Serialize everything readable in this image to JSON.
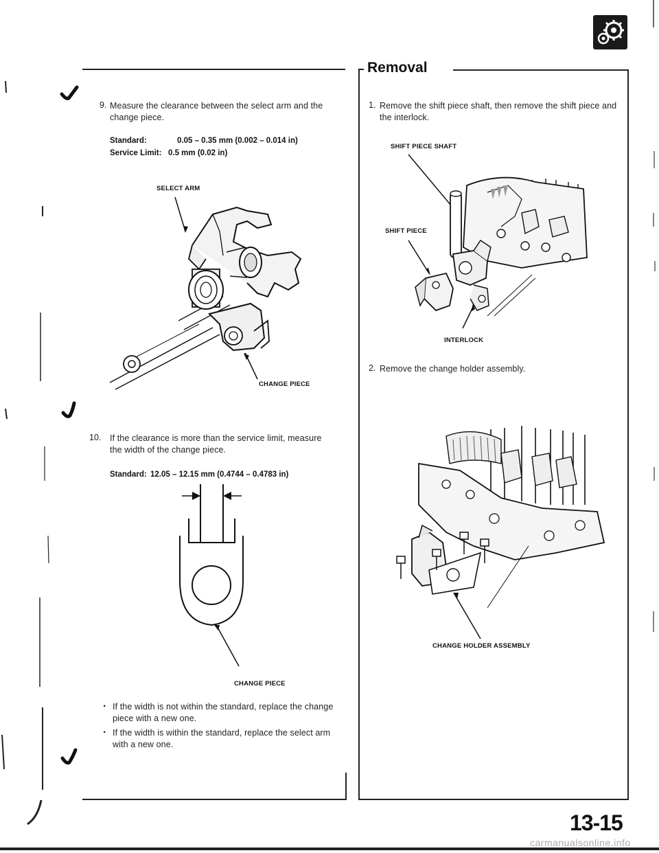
{
  "section": {
    "title": "Removal",
    "page_number": "13-15",
    "icon": "transmission-gear-icon"
  },
  "left_column": {
    "step9": {
      "number": "9.",
      "text": "Measure the clearance between the select arm and the change piece.",
      "standard_label": "Standard:",
      "standard_value": "0.05 – 0.35 mm (0.002 – 0.014 in)",
      "service_limit_label": "Service Limit:",
      "service_limit_value": "0.5 mm (0.02 in)"
    },
    "figure1": {
      "label_top": "SELECT ARM",
      "label_bottom": "CHANGE PIECE"
    },
    "step10": {
      "number": "10.",
      "text": "If the clearance is more than the service limit, measure the width of the change piece.",
      "standard_label": "Standard:",
      "standard_value": "12.05 – 12.15 mm (0.4744 – 0.4783 in)"
    },
    "figure2": {
      "label": "CHANGE PIECE"
    },
    "bullets": [
      "If the width is not within the standard, replace the change piece with a new one.",
      "If the width is within the standard, replace the select arm with a new one."
    ]
  },
  "right_column": {
    "step1": {
      "number": "1.",
      "text": "Remove the shift piece shaft, then remove the shift piece and the interlock."
    },
    "figure3": {
      "label_shaft": "SHIFT PIECE SHAFT",
      "label_piece": "SHIFT PIECE",
      "label_interlock": "INTERLOCK"
    },
    "step2": {
      "number": "2.",
      "text": "Remove the change holder assembly."
    },
    "figure4": {
      "label": "CHANGE HOLDER ASSEMBLY"
    }
  },
  "watermark": "carmanualsonline.info"
}
